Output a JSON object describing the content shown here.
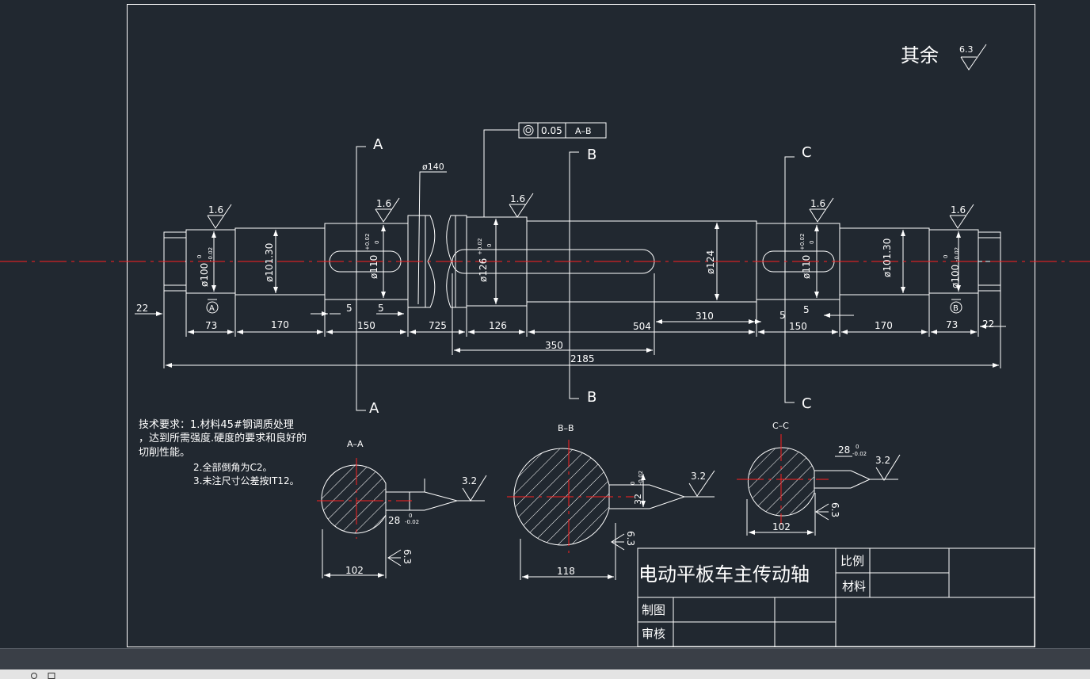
{
  "colors": {
    "background": "#212830",
    "line": "#ffffff",
    "center": "#ff2020",
    "statusbar": "#3a3f47"
  },
  "roughness_general": {
    "label": "其余",
    "value": "6.3"
  },
  "section_labels": {
    "a_top": "A",
    "a_bottom": "A",
    "b_top": "B",
    "b_bottom": "B",
    "c_top": "C",
    "c_bottom": "C"
  },
  "tolerance_frame": {
    "value": "0.05",
    "datum": "A–B"
  },
  "shaft": {
    "dia_140": "ø140",
    "dia_100_left": "ø100",
    "tol_100_left_up": "0",
    "tol_100_left_dn": "-0.02",
    "dia_10130_left": "ø101.30",
    "dia_110_left": "ø110",
    "tol_110_left_up": "+0.02",
    "tol_110_left_dn": "0",
    "dia_126": "ø126",
    "tol_126_up": "+0.02",
    "tol_126_dn": "0",
    "dia_124": "ø124",
    "dia_110_right": "ø110",
    "tol_110_right_up": "+0.02",
    "tol_110_right_dn": "0",
    "dia_10130_right": "ø101.30",
    "dia_100_right": "ø100",
    "tol_100_right_up": "0",
    "tol_100_right_dn": "-0.02",
    "rough_1": "1.6",
    "rough_2": "1.6",
    "rough_3": "1.6",
    "rough_4": "1.6",
    "rough_5": "1.6",
    "datum_a": "A",
    "datum_b": "B"
  },
  "dimensions": {
    "d22_left": "22",
    "d73_left": "73",
    "d170_left": "170",
    "d5_a": "5",
    "d5_b": "5",
    "d150_left": "150",
    "d725": "725",
    "d126": "126",
    "d504": "504",
    "d310": "310",
    "d5_c": "5",
    "d5_d": "5",
    "d150_right": "150",
    "d170_right": "170",
    "d73_right": "73",
    "d22_right": "22",
    "d350": "350",
    "d2185": "2185"
  },
  "tech_requirements": {
    "line1": "技术要求：1.材料45#钢调质处理",
    "line2": "，达到所需强度.硬度的要求和良好的",
    "line3": "切削性能。",
    "line4": "2.全部倒角为C2。",
    "line5": "3.未注尺寸公差按IT12。"
  },
  "section_aa": {
    "title": "A–A",
    "width": "102",
    "key": "28",
    "tol_up": "0",
    "tol_dn": "-0.02",
    "rough_key": "3.2",
    "rough_side": "6.3"
  },
  "section_bb": {
    "title": "B–B",
    "width": "118",
    "key": "32",
    "tol_up": "0",
    "tol_dn": "-0.02",
    "rough_key": "3.2",
    "rough_side": "6.3"
  },
  "section_cc": {
    "title": "C–C",
    "width": "102",
    "key": "28",
    "tol_up": "0",
    "tol_dn": "-0.02",
    "rough_key": "3.2",
    "rough_side": "6.3"
  },
  "title_block": {
    "name": "电动平板车主传动轴",
    "scale_label": "比例",
    "material_label": "材料",
    "drawn_label": "制图",
    "checked_label": "审核"
  }
}
